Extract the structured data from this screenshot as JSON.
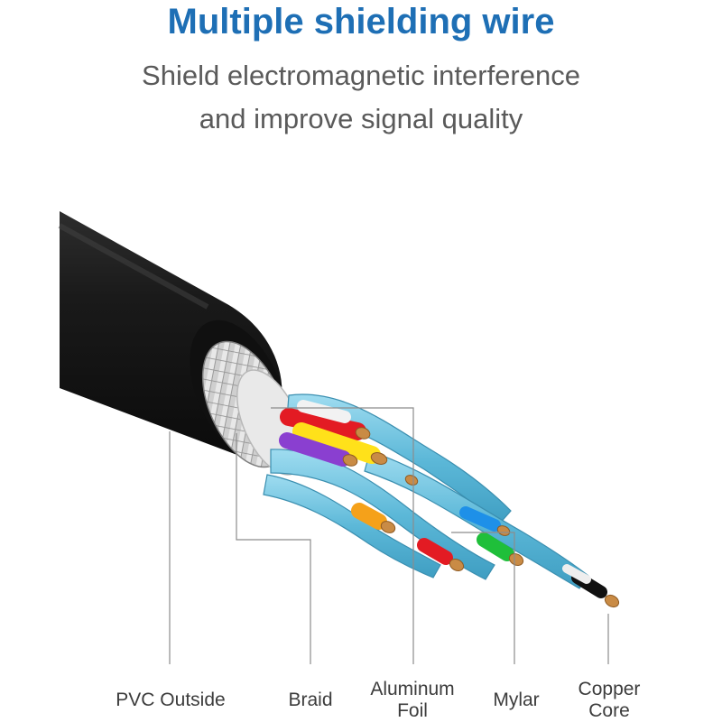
{
  "heading": {
    "title": "Multiple shielding wire",
    "subtitle_line1": "Shield electromagnetic interference",
    "subtitle_line2": "and improve signal quality"
  },
  "colors": {
    "title": "#1e6fb5",
    "jacket": "#151515",
    "blue_wrap": "#6cc3df",
    "copper": "#c98b45"
  },
  "labels": {
    "pvc": [
      "PVC Outside"
    ],
    "braid": [
      "Braid"
    ],
    "aluminum": [
      "Aluminum",
      "Foil"
    ],
    "mylar": [
      "Mylar"
    ],
    "copper": [
      "Copper",
      "Core"
    ]
  }
}
